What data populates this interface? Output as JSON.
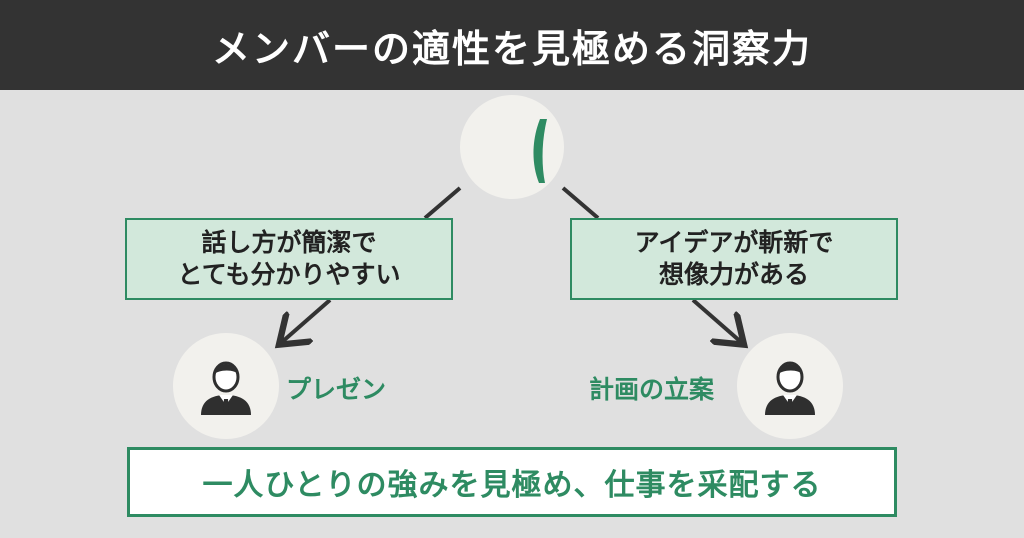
{
  "header": {
    "title": "メンバーの適性を見極める洞察力"
  },
  "traits": {
    "left": {
      "line1": "話し方が簡潔で",
      "line2": "とても分かりやすい"
    },
    "right": {
      "line1": "アイデアが斬新で",
      "line2": "想像力がある"
    }
  },
  "roles": {
    "left": "プレゼン",
    "right": "計画の立案"
  },
  "summary": "一人ひとりの強みを見極め、仕事を采配する",
  "colors": {
    "accent": "#2e8b62",
    "header_bg": "#333333",
    "background": "#e0e0e0",
    "box_fill": "#d2e8db",
    "arrow": "#333333"
  },
  "icons": {
    "top": "leader-icon",
    "left_person": "businessman-icon",
    "right_person": "businessman-icon"
  }
}
